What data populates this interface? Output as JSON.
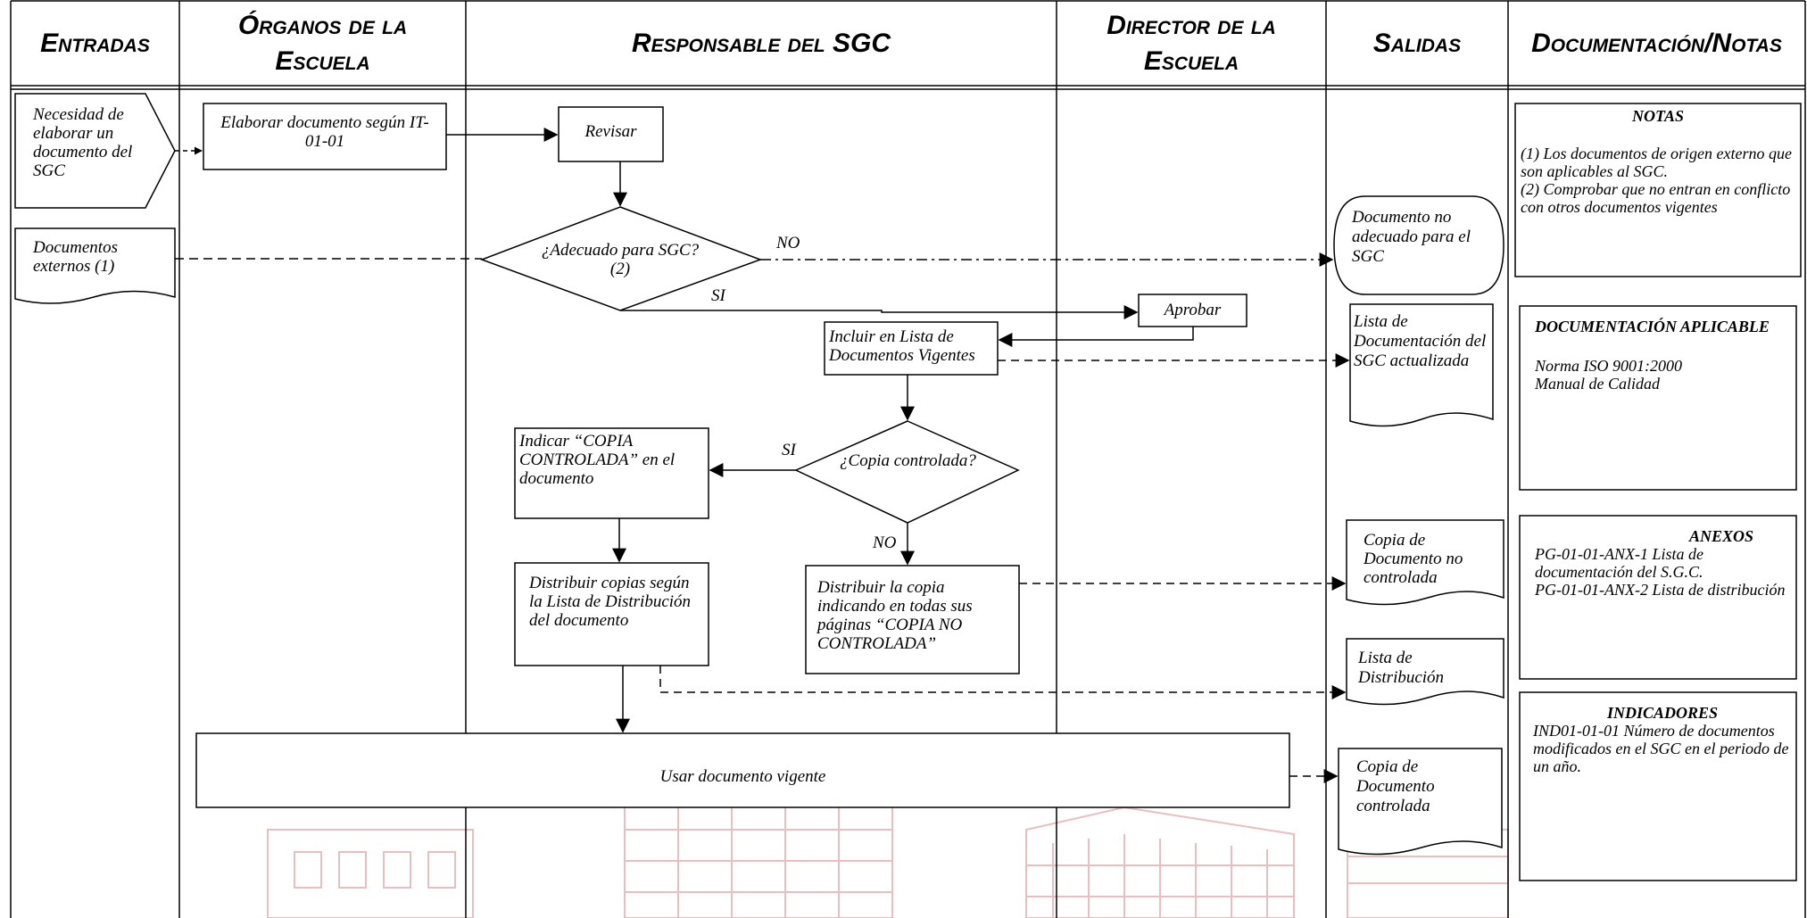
{
  "headers": {
    "entradas": "Entradas",
    "organos": "Órganos de la Escuela",
    "responsable": "Responsable del SGC",
    "director": "Director de la Escuela",
    "salidas": "Salidas",
    "documentacion": "Documentación/Notas"
  },
  "inputs": {
    "necesidad": "Necesidad de elaborar un documento del SGC",
    "externos": "Documentos externos (1)"
  },
  "steps": {
    "elaborar": "Elaborar documento según IT-01-01",
    "revisar": "Revisar",
    "adecuado": "¿Adecuado para SGC? (2)",
    "aprobar": "Aprobar",
    "incluir": "Incluir en Lista de Documentos Vigentes",
    "copia_controlada": "¿Copia controlada?",
    "indicar": "Indicar “COPIA CONTROLADA” en el documento",
    "distribuir_copias": "Distribuir copias según la Lista de Distribución del documento",
    "distribuir_no": "Distribuir la copia indicando en todas sus páginas “COPIA NO CONTROLADA”",
    "usar": "Usar documento vigente"
  },
  "labels": {
    "no_1": "NO",
    "si_1": "SI",
    "si_2": "SI",
    "no_2": "NO"
  },
  "outputs": {
    "no_adecuado": "Documento no adecuado para el SGC",
    "lista_doc": "Lista de Documentación del SGC actualizada",
    "copia_no_controlada": "Copia de Documento no controlada",
    "lista_dist": "Lista de Distribución",
    "copia_controlada": "Copia de Documento controlada"
  },
  "notes": {
    "notas_title": "NOTAS",
    "notas_body": "(1)  Los documentos de origen externo que son aplicables al SGC.\n(2)  Comprobar que no entran en conflicto con otros documentos vigentes",
    "doc_title": "DOCUMENTACIÓN APLICABLE",
    "doc_body": "Norma ISO 9001:2000\nManual de Calidad",
    "anexos_title": "ANEXOS",
    "anexos_body": "PG-01-01-ANX-1 Lista de documentación del S.G.C.\nPG-01-01-ANX-2 Lista de distribución",
    "ind_title": "INDICADORES",
    "ind_body": "IND01-01-01 Número de documentos modificados en el SGC en el periodo de un año."
  },
  "colors": {
    "line": "#000000",
    "watermark": "#e6b8b8"
  }
}
